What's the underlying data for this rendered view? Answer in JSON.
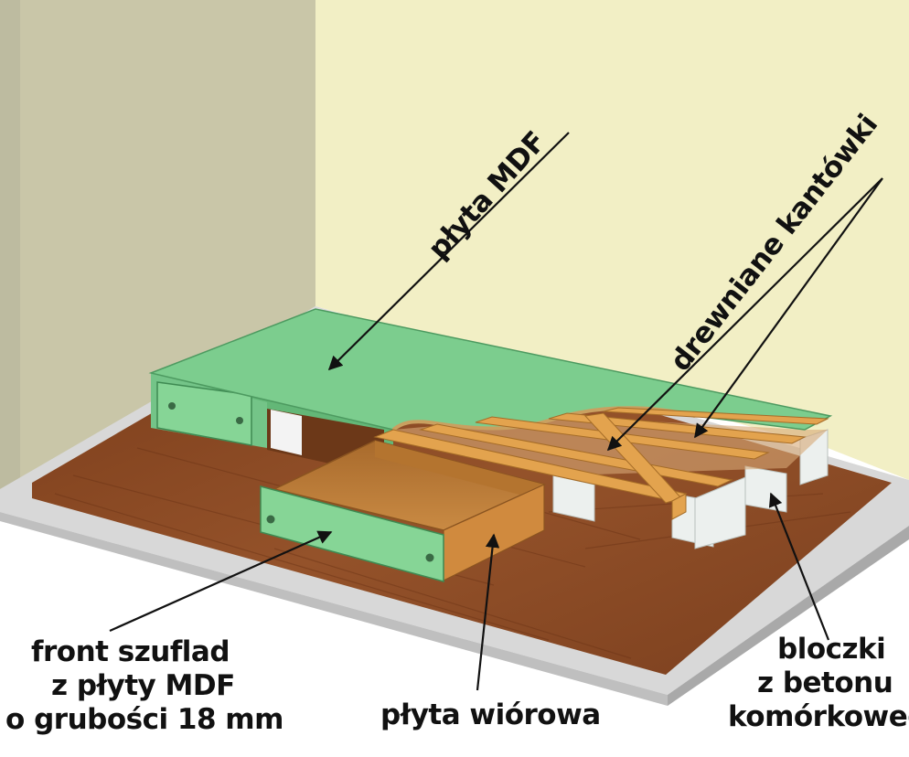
{
  "labels": {
    "plyta_mdf": "płyta MDF",
    "drewniane_kantowki": "drewniane kantówki",
    "front_line1": "front szuflad",
    "front_line2": "z płyty MDF",
    "front_line3": "o grubości 18 mm",
    "plyta_wiorowa": "płyta wiórowa",
    "bloczki_line1": "bloczki",
    "bloczki_line2": "z betonu",
    "bloczki_line3": "komórkoweg"
  },
  "colors": {
    "wall_left": "#c9c6a8",
    "wall_back": "#f2efc5",
    "floor_wood": "#8a4a22",
    "mdf_green": "#7ccd8e",
    "beam_wood": "#e3a34e",
    "concrete_block": "#ecf0ee",
    "text": "#111111"
  }
}
